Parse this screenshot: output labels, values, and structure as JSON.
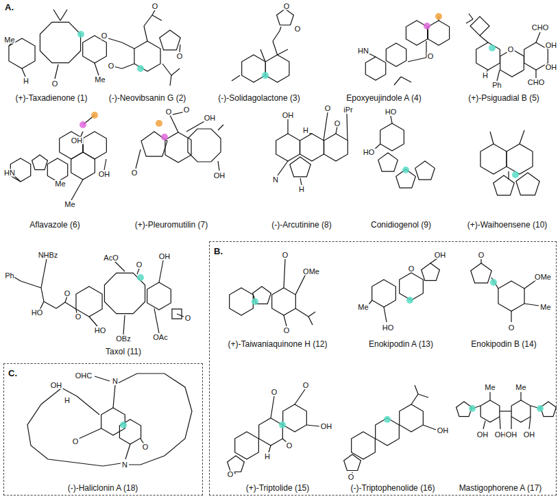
{
  "diagram": {
    "nodes": [
      {
        "text": [
          "B."
        ]
      },
      {
        "text": [
          "C."
        ]
      }
    ],
    "labels": [
      "A.",
      "Me",
      "H",
      "O",
      "Me",
      "(+)-Taxadienone (1)",
      "O",
      "O",
      "O",
      "O",
      "(-)-Neovibsanin G (2)",
      "O",
      "O",
      "(-)-Solidagolactone (3)",
      "HN",
      "O",
      "Epoxyeujindole A (4)",
      "CHO",
      "OH",
      "OH",
      "CHO",
      "O",
      "H",
      "Ph",
      "(+)-Psiguadial B (5)",
      "HN",
      "OH",
      "Me",
      "OH",
      "Me",
      "Aflavazole (6)",
      "O",
      "O",
      "OH",
      "O",
      "OH",
      "(+)-Pleuromutilin (7)",
      "OH",
      "H",
      "O",
      "O",
      "iPr",
      "N",
      "H",
      "(-)-Arcutinine (8)",
      "HO",
      "HO",
      "Conidiogenol (9)",
      "(+)-Waihoensene (10)",
      "NHBz",
      "Ph",
      "HO",
      "O",
      "O",
      "AcO",
      "O",
      "OH",
      "HO",
      "OBz",
      "OAc",
      "O",
      "Taxol (11)",
      "O",
      "OMe",
      "O",
      "(+)-Taiwaniaquinone H (12)",
      "OH",
      "O",
      "Me",
      "HO",
      "Enokipodin A (13)",
      "O",
      "OMe",
      "Me",
      "O",
      "Enokipodin B (14)",
      "O",
      "O",
      "O",
      "OH",
      "O",
      "H",
      "(+)-Triptolide (15)",
      "OH",
      "O",
      "(-)-Triptophenolide (16)",
      "Me",
      "Me",
      "OH",
      "OH",
      "OH",
      "OH",
      "Mastigophorene A (17)",
      "OH",
      "H",
      "OHC",
      "N",
      "O",
      "O",
      "N",
      "(-)-Haliclonin A (18)"
    ]
  }
}
